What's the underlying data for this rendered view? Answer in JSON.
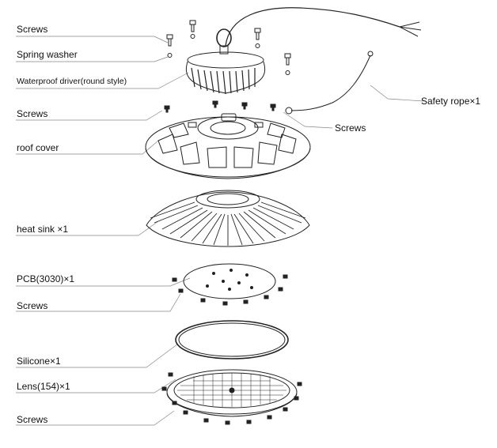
{
  "labels": {
    "screws_top": "Screws",
    "spring_washer": "Spring washer",
    "waterproof_driver": "Waterproof driver(round style)",
    "screws_cover": "Screws",
    "roof_cover": "roof cover",
    "heat_sink": "heat sink ×1",
    "pcb": "PCB(3030)×1",
    "screws_pcb": "Screws",
    "silicone": "Silicone×1",
    "lens": "Lens(154)×1",
    "screws_bottom": "Screws",
    "safety_rope": "Safety rope×1",
    "screws_right": "Screws"
  }
}
